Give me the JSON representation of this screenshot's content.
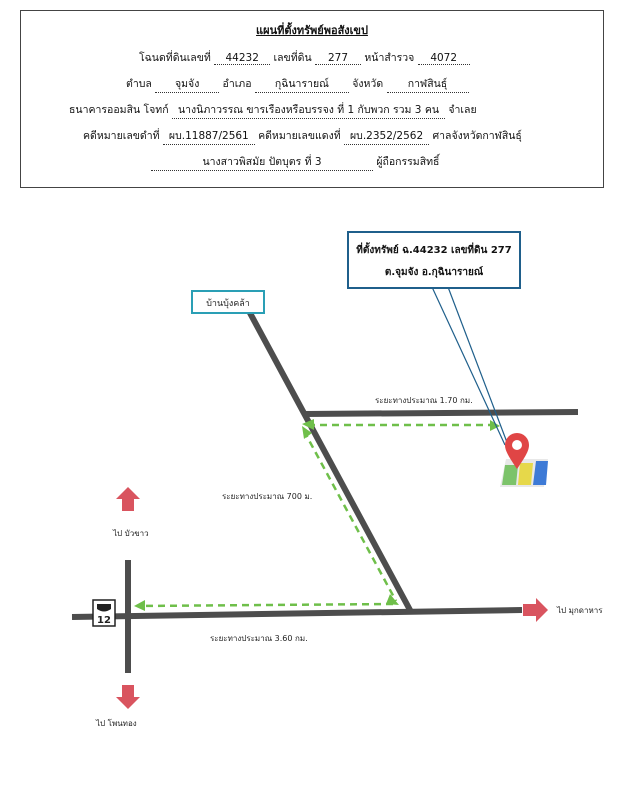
{
  "header": {
    "title": "แผนที่ตั้งทรัพย์พอสังเขป",
    "row1": {
      "deed_label": "โฉนดที่ดินเลขที่",
      "deed_no": "44232",
      "land_label": "เลขที่ดิน",
      "land_no": "277",
      "survey_label": "หน้าสำรวจ",
      "survey_no": "4072"
    },
    "row2": {
      "subdistrict_label": "ตำบล",
      "subdistrict": "จุมจัง",
      "district_label": "อำเภอ",
      "district": "กุฉินารายณ์",
      "province_label": "จังหวัด",
      "province": "กาฬสินธุ์"
    },
    "row3": {
      "bank": "ธนาคารออมสิน",
      "plaintiff_label": "โจทก์",
      "defendant": "นางนิภาวรรณ ขารเรืองหรือบรรจง ที่ 1 กับพวก รวม 3 คน",
      "defendant_suffix": "จำเลย"
    },
    "row4": {
      "black_case_label": "คดีหมายเลขดำที่",
      "black_case": "ผบ.11887/2561",
      "red_case_label": "คดีหมายเลขแดงที่",
      "red_case": "ผบ.2352/2562",
      "court": "ศาลจังหวัดกาฬสินธุ์"
    },
    "row5": {
      "owner": "นางสาวพิสมัย ปัตบุตร ที่ 3",
      "owner_suffix": "ผู้ถือกรรมสิทธิ์"
    }
  },
  "map": {
    "property_callout": {
      "line1": "ที่ตั้งทรัพย์ ฉ.44232 เลขที่ดิน 277",
      "line2": "ต.จุมจัง อ.กุฉินารายณ์"
    },
    "village_label": "บ้านบุ้งคล้า",
    "distance_top": "ระยะทางประมาณ 1.70 กม.",
    "distance_middle": "ระยะทางประมาณ 700 ม.",
    "distance_bottom": "ระยะทางประมาณ 3.60 กม.",
    "dir_north": "ไป บัวขาว",
    "dir_south": "ไป โพนทอง",
    "dir_east": "ไป มุกดาหาร",
    "highway_number": "12",
    "colors": {
      "road": "#4d4d4d",
      "route": "#6fbf4a",
      "arrow": "#d9545f",
      "callout_border": "#1f5f8b",
      "pin": "#e04545"
    }
  }
}
